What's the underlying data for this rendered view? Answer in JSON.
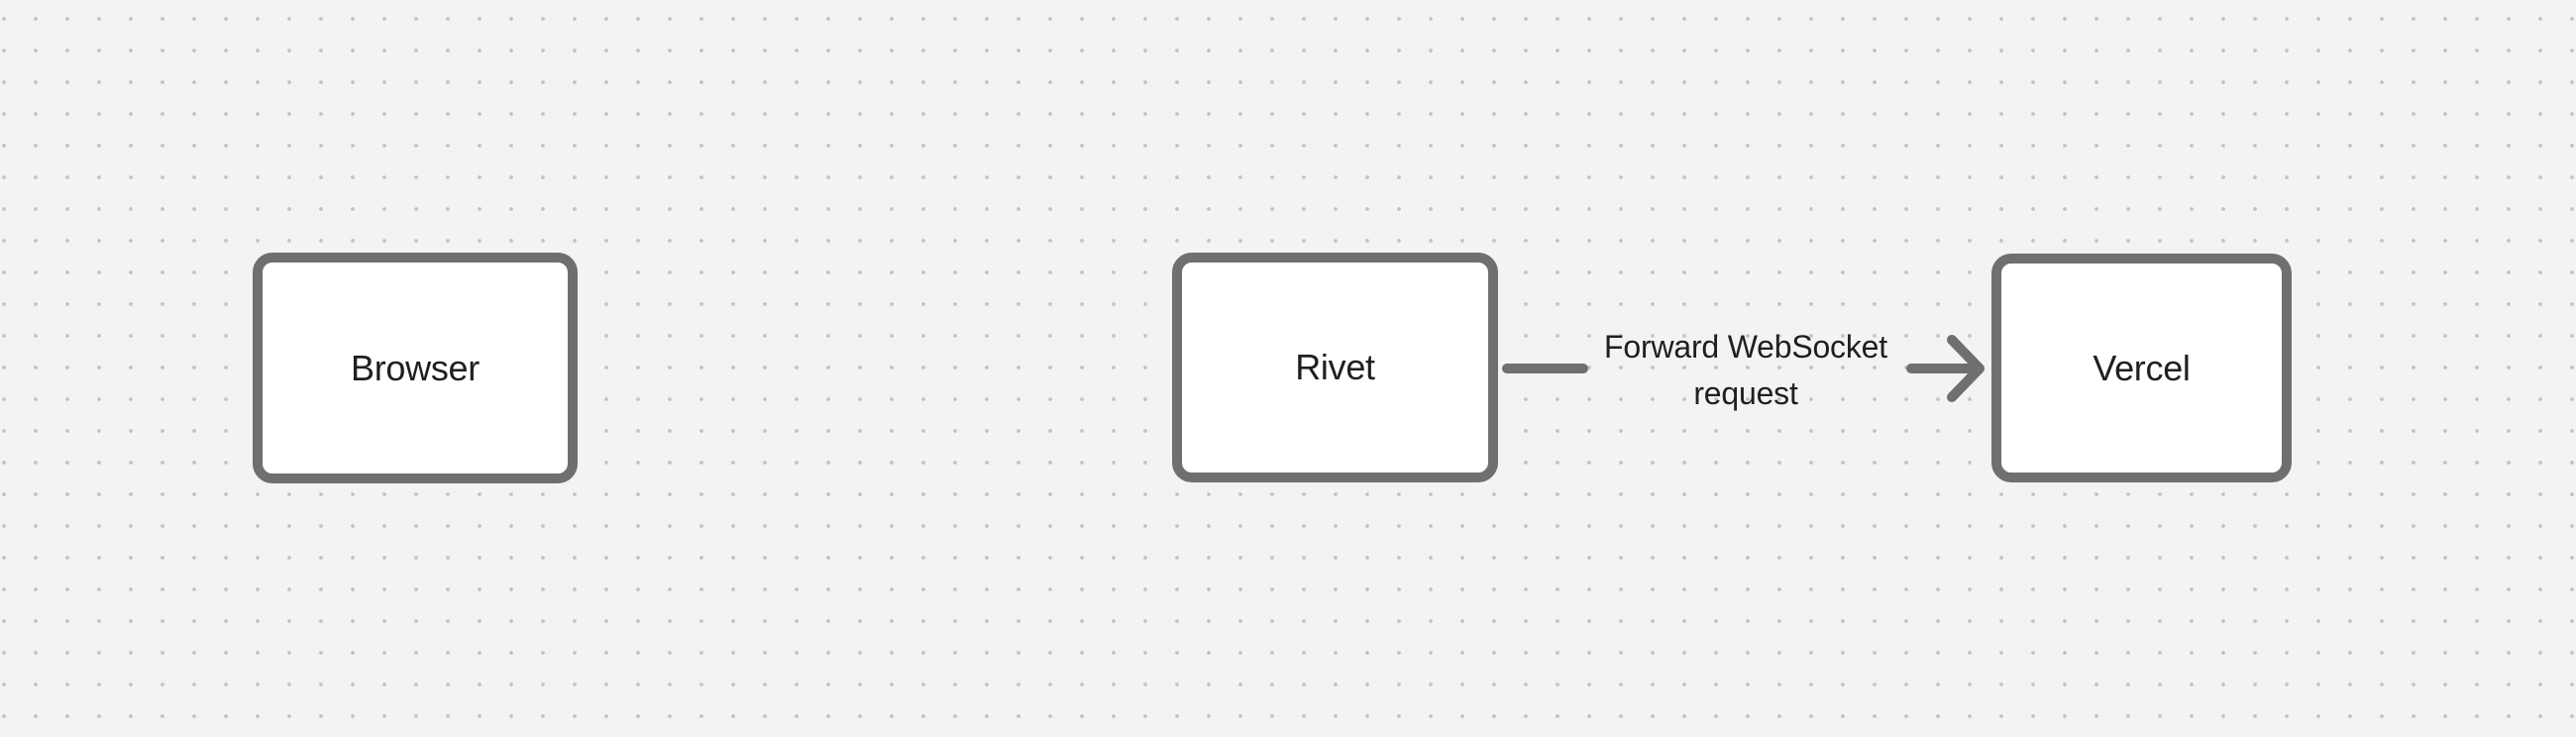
{
  "theme": {
    "canvas_bg": "#f3f3f2",
    "dot_color": "#c3c3c1",
    "stroke_color": "#6f6f6f",
    "text_color": "#1f1f1f",
    "node_fill": "#ffffff"
  },
  "diagram": {
    "nodes": [
      {
        "id": "browser",
        "label": "Browser"
      },
      {
        "id": "rivet",
        "label": "Rivet"
      },
      {
        "id": "vercel",
        "label": "Vercel"
      }
    ],
    "edges": [
      {
        "from": "rivet",
        "to": "vercel",
        "label": "Forward WebSocket request"
      }
    ]
  }
}
